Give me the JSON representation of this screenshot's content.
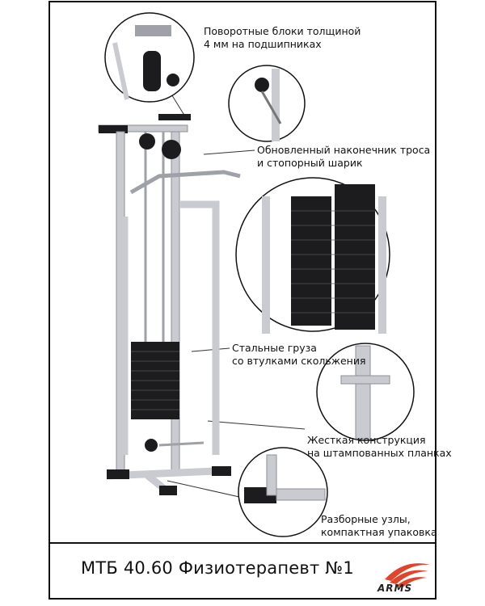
{
  "callouts": {
    "pulleys": {
      "line1": "Поворотные блоки толщиной",
      "line2": "4 мм на подшипниках"
    },
    "cable": {
      "line1": "Обновленный наконечник троса",
      "line2": "и стопорный шарик"
    },
    "weights": {
      "line1": "Стальные груза",
      "line2": "со втулками скольжения"
    },
    "frame": {
      "line1": "Жесткая конструкция",
      "line2": "на штампованных планках"
    },
    "joints": {
      "line1": "Разборные узлы,",
      "line2": "компактная упаковка"
    }
  },
  "footer": {
    "title": "МТБ 40.60 Физиотерапевт №1",
    "brand": "ARMS"
  },
  "colors": {
    "frame": "#c9cbd0",
    "frame_shade": "#9ea1a8",
    "weights": "#1c1c1e",
    "brand_red": "#e0452b"
  }
}
